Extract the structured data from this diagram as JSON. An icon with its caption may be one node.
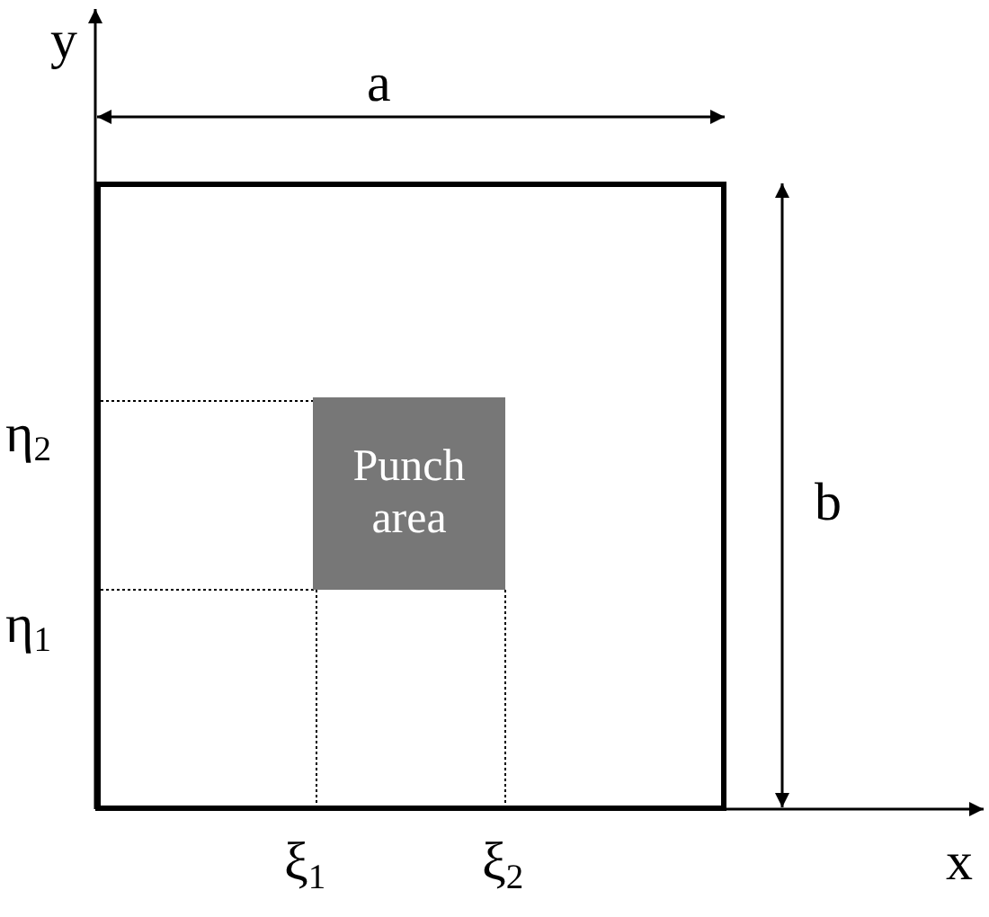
{
  "diagram": {
    "nodes": [
      {
        "text": [],
        "shape": "box"
      },
      {
        "text": [
          "Punch area"
        ],
        "in": 0
      }
    ],
    "labels": [
      "y",
      "a",
      "η$_{2}$",
      "η$_{1}$",
      "b",
      "ξ$_{1}$",
      "ξ$_{2}$",
      "x"
    ]
  }
}
